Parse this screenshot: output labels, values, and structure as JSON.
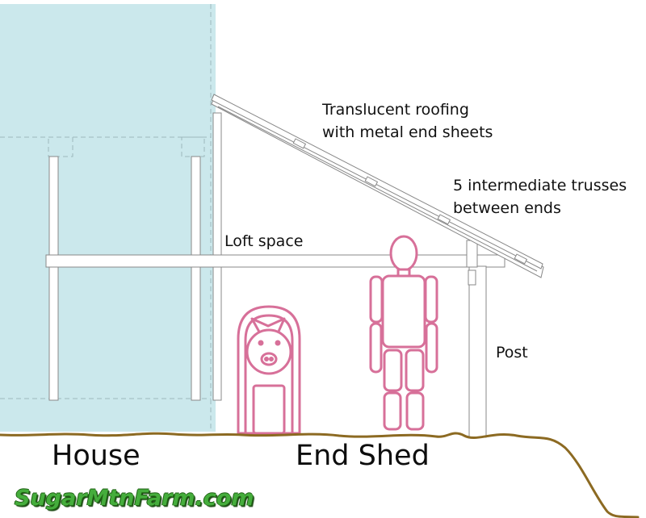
{
  "labels": {
    "roofing": "Translucent roofing\nwith metal end sheets",
    "trusses": "5 intermediate trusses\nbetween ends",
    "loft": "Loft space",
    "post": "Post",
    "house": "House",
    "end_shed": "End Shed"
  },
  "watermark": "SugarMtnFarm.com",
  "icons": {
    "pig": "pig-icon",
    "person": "person-figure-icon"
  },
  "colors": {
    "house_fill": "#cbe8ec",
    "house_dash": "#9cb8bd",
    "timber": "#888888",
    "figure": "#d77099",
    "ground": "#8c6a22",
    "watermark": "#45ad3c"
  }
}
